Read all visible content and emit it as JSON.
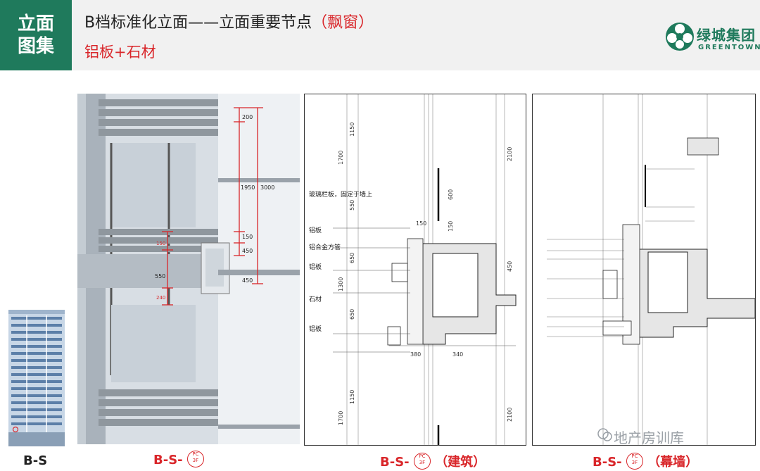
{
  "header": {
    "tag_line1": "立面",
    "tag_line2": "图集",
    "title_main": "B档标准化立面——立面重要节点",
    "title_highlight": "（飘窗）",
    "subtitle": "铝板+石材",
    "logo_cn": "绿城集团",
    "logo_en": "GREENTOWN"
  },
  "colors": {
    "brand_green": "#1f7a5c",
    "accent_red": "#d9262a",
    "header_bg": "#f1f1f1"
  },
  "render_dims": {
    "d200": "200",
    "d1950": "1950",
    "d3000": "3000",
    "d150": "150",
    "d450a": "450",
    "d550": "550",
    "d450b": "450",
    "d150b": "150",
    "d240": "240"
  },
  "arch_labels": {
    "glass_rail": "玻璃栏板，固定于墙上",
    "alu1": "铝板",
    "alu_tube": "铝合金方管",
    "alu2": "铝板",
    "stone": "石材",
    "alu3": "铝板"
  },
  "arch_dims": {
    "v1150a": "1150",
    "v1700a": "1700",
    "v550": "550",
    "v650a": "650",
    "v1300": "1300",
    "v650b": "650",
    "v1150b": "1150",
    "v1700b": "1700",
    "v2100a": "2100",
    "v2100b": "2100",
    "v600": "600",
    "v150": "150",
    "v450": "450",
    "h150": "150",
    "h380": "380",
    "h340": "340"
  },
  "captions": {
    "building": "B-S",
    "render_prefix": "B-S-",
    "arch_prefix": "B-S-",
    "arch_suffix": "（建筑）",
    "curtain_prefix": "B-S-",
    "curtain_suffix": "（幕墙）",
    "badge_top": "PC",
    "badge_bottom": "3F"
  },
  "watermark": "地产房训库"
}
